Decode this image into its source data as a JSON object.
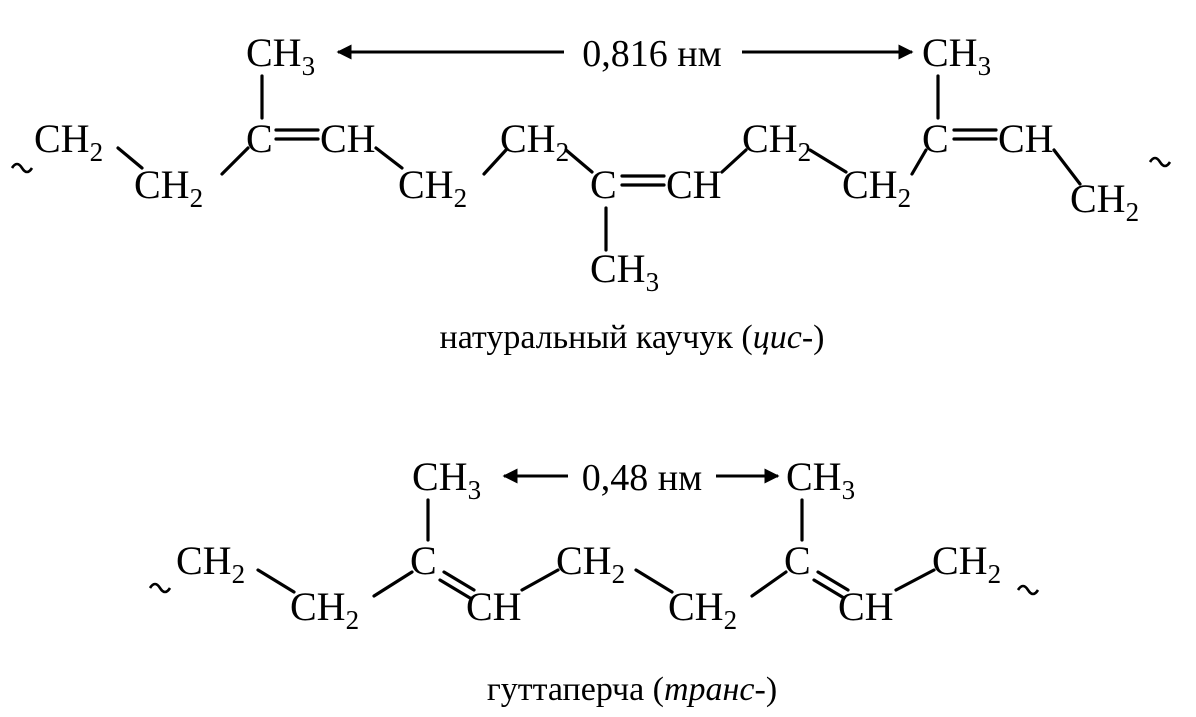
{
  "labels": {
    "ch3": "CH",
    "ch2": "CH",
    "ch": "CH",
    "c": "C",
    "sub3": "3",
    "sub2": "2"
  },
  "cis": {
    "distance": "0,816 нм",
    "caption_main": "натуральный каучук (",
    "caption_italic": "цис",
    "caption_tail": "-)"
  },
  "trans": {
    "distance": "0,48 нм",
    "caption_main": "гуттаперча (",
    "caption_italic": "транс",
    "caption_tail": "-)"
  }
}
